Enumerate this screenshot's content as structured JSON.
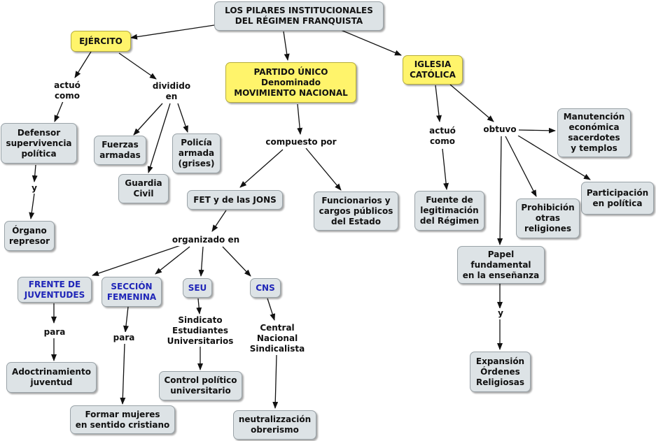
{
  "colors": {
    "node_fill": "#dde3e6",
    "highlight_fill": "#fff46b",
    "blue_text": "#2026b8",
    "connector": "#111111"
  },
  "nodes": {
    "root": [
      "LOS PILARES INSTITUCIONALES",
      "DEL RÉGIMEN FRANQUISTA"
    ],
    "ejercito": [
      "EJÉRCITO"
    ],
    "partido": [
      "PARTIDO ÚNICO",
      "Denominado",
      "MOVIMIENTO NACIONAL"
    ],
    "iglesia": [
      "IGLESIA",
      "CATÓLICA"
    ],
    "defensor": [
      "Defensor",
      "supervivencia",
      "política"
    ],
    "organo": [
      "Órgano",
      "represor"
    ],
    "fuerzas": [
      "Fuerzas",
      "armadas"
    ],
    "guardia": [
      "Guardia",
      "Civil"
    ],
    "policia": [
      "Policía",
      "armada",
      "(grises)"
    ],
    "fet": [
      "FET y de las JONS"
    ],
    "funcionarios": [
      "Funcionarios y",
      "cargos públicos",
      "del Estado"
    ],
    "frente": [
      "FRENTE DE",
      "JUVENTUDES"
    ],
    "seccion": [
      "SECCIÓN",
      "FEMENINA"
    ],
    "seu": [
      "SEU"
    ],
    "cns": [
      "CNS"
    ],
    "adoctrinamiento": [
      "Adoctrinamiento",
      "juventud"
    ],
    "formar": [
      "Formar mujeres",
      "en sentido cristiano"
    ],
    "control": [
      "Control político",
      "universitario"
    ],
    "neutral": [
      "neutralizzación",
      "obrerismo"
    ],
    "fuente": [
      "Fuente de",
      "legitimación",
      "del Régimen"
    ],
    "manutencion": [
      "Manutención",
      "económica",
      "sacerdotes",
      "y templos"
    ],
    "participacion": [
      "Participación",
      "en política"
    ],
    "prohibicion": [
      "Prohibición",
      "otras",
      "religiones"
    ],
    "papel": [
      "Papel",
      "fundamental",
      "en la enseñanza"
    ],
    "expansion": [
      "Expansión",
      "Órdenes",
      "Religiosas"
    ]
  },
  "labels": {
    "actuo_como_1": [
      "actuó",
      "como"
    ],
    "dividido_en": [
      "dividido",
      "en"
    ],
    "y_1": [
      "y"
    ],
    "compuesto_por": [
      "compuesto por"
    ],
    "organizado_en": [
      "organizado en"
    ],
    "para_1": [
      "para"
    ],
    "para_2": [
      "para"
    ],
    "sindicato": [
      "Sindicato",
      "Estudiantes",
      "Universitarios"
    ],
    "central": [
      "Central",
      "Nacional",
      "Sindicalista"
    ],
    "actuo_como_2": [
      "actuó",
      "como"
    ],
    "obtuvo": [
      "obtuvo"
    ],
    "y_2": [
      "y"
    ]
  }
}
